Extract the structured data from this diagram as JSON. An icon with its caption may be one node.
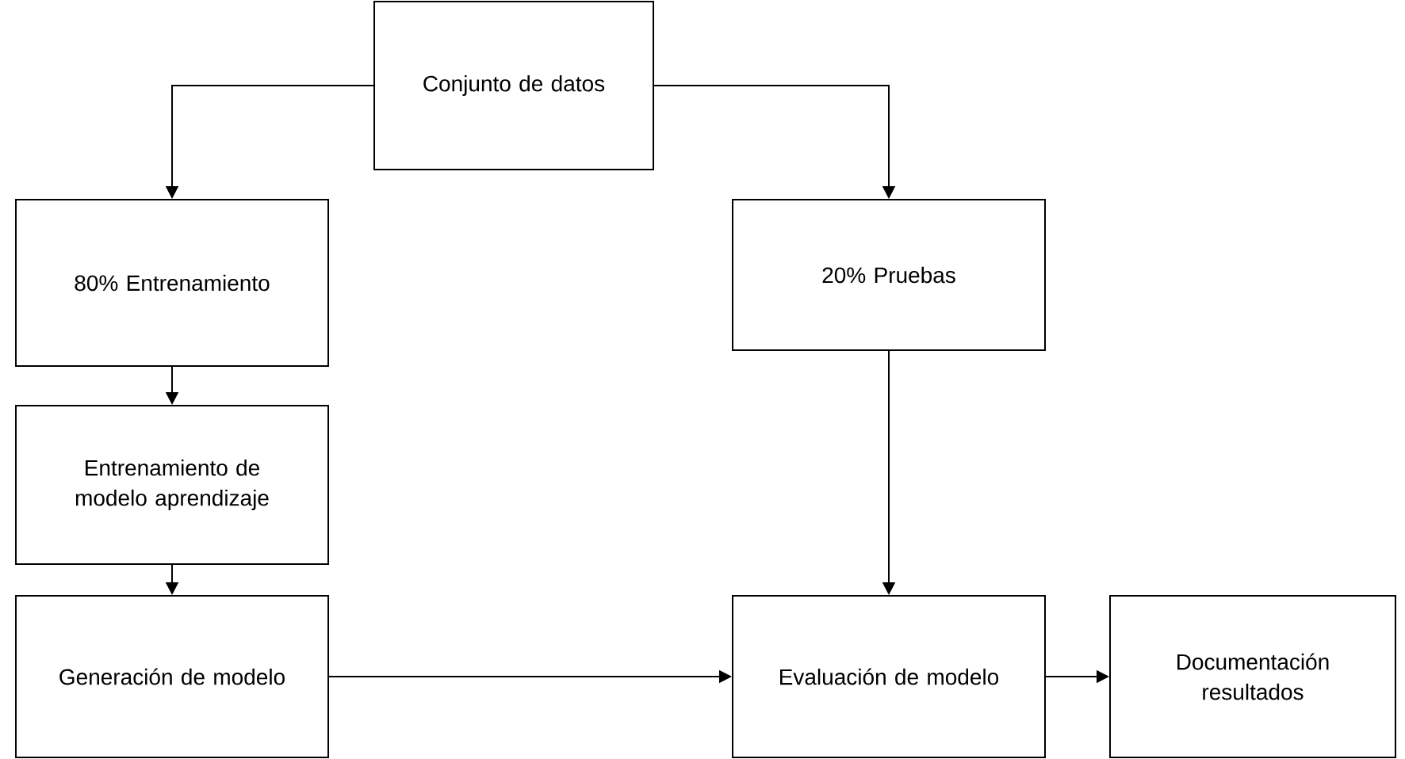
{
  "diagram": {
    "nodes": [
      {
        "text": [
          "Conjunto de datos"
        ]
      },
      {
        "text": [
          "80% Entrenamiento"
        ]
      },
      {
        "text": [
          "20% Pruebas"
        ]
      },
      {
        "text": [
          "Entrenamiento de modelo aprendizaje"
        ]
      },
      {
        "text": [
          "Generación de modelo"
        ]
      },
      {
        "text": [
          "Evaluación de modelo"
        ]
      },
      {
        "text": [
          "Documentación resultados"
        ]
      }
    ],
    "edges": [
      {
        "from": 0,
        "to": 1,
        "arrow": "to"
      },
      {
        "from": 0,
        "to": 2,
        "arrow": "to"
      },
      {
        "from": 1,
        "to": 3,
        "arrow": "to"
      },
      {
        "from": 3,
        "to": 4,
        "arrow": "to"
      },
      {
        "from": 2,
        "to": 5,
        "arrow": "to"
      },
      {
        "from": 4,
        "to": 5,
        "arrow": "to"
      },
      {
        "from": 5,
        "to": 6,
        "arrow": "to"
      }
    ]
  }
}
